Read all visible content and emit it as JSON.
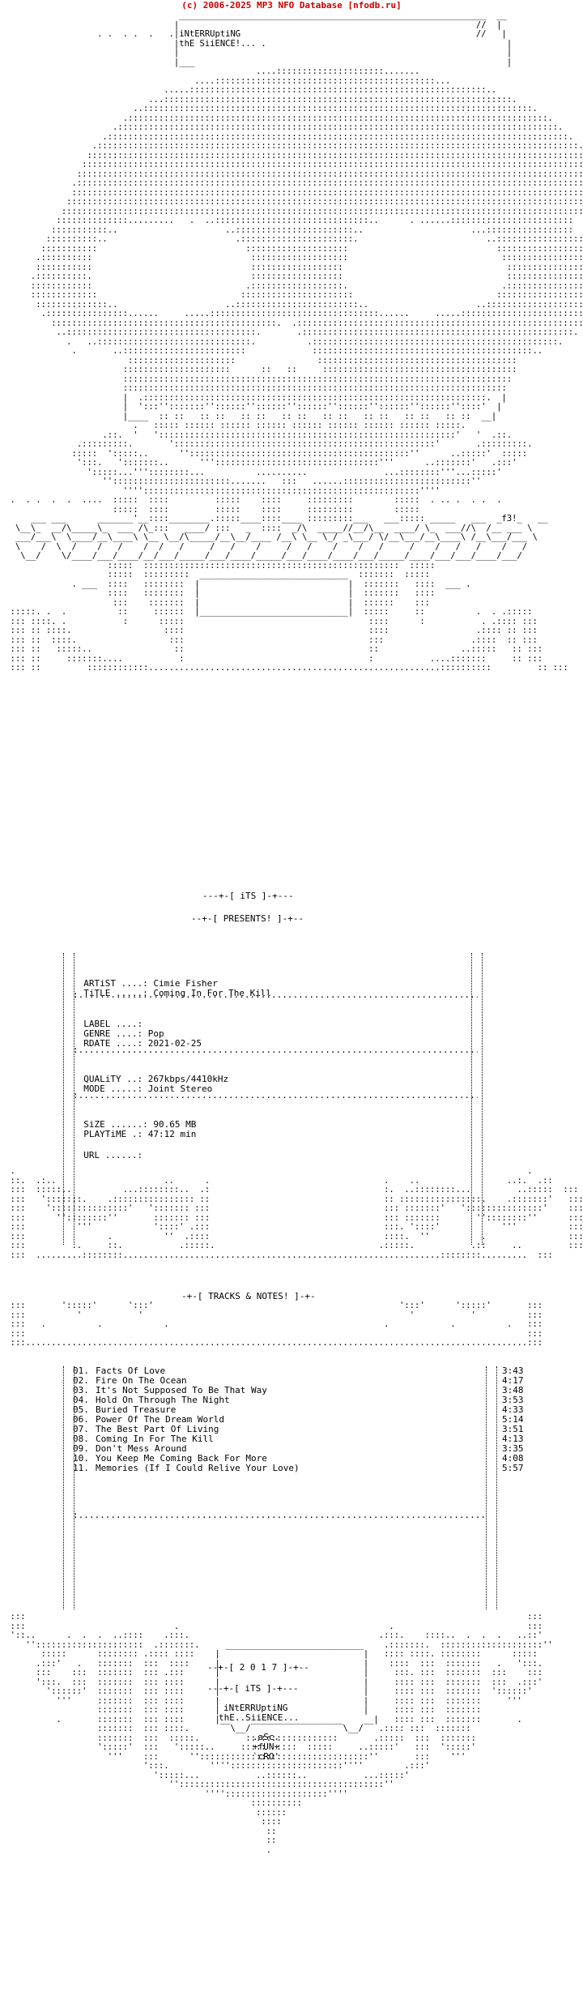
{
  "header": {
    "copyright": "(c) 2006-2025 MP3 NFO Database [nfodb.ru]"
  },
  "group": {
    "line1": "iNtERRUptiNG",
    "line2": "thE SiiENCE!..."
  },
  "presents": "--+-[ PRESENTS! ]-+--",
  "its_tag": "---+-[ iTS ]-+---",
  "release": {
    "artist_key": "ARTiST ....:",
    "artist": "Cimie Fisher",
    "title_key": "TiTLE .....:",
    "title": "Coming In For The Kill",
    "label_key": "LABEL ....:",
    "label": "",
    "genre_key": "GENRE ....:",
    "genre": "Pop",
    "rdate_key": "RDATE ....:",
    "rdate": "2021-02-25",
    "quality_key": "QUALiTY ..:",
    "quality": "267kbps/4410kHz",
    "mode_key": "MODE .....:",
    "mode": "Joint Stereo",
    "size_key": "SiZE ......:",
    "size": "90.65 MB",
    "playtime_key": "PLAYTiME .:",
    "playtime": "47:12 min",
    "url_key": "URL ......:",
    "url": ""
  },
  "tracks_heading": "-+-[ TRACKS & NOTES! ]-+-",
  "tracks": [
    {
      "num": "01.",
      "title": "Facts Of Love",
      "time": "3:43"
    },
    {
      "num": "02.",
      "title": "Fire On The Ocean",
      "time": "4:17"
    },
    {
      "num": "03.",
      "title": "It's Not Supposed To Be That Way",
      "time": "3:48"
    },
    {
      "num": "04.",
      "title": "Hold On Through The Night",
      "time": "3:53"
    },
    {
      "num": "05.",
      "title": "Buried Treasure",
      "time": "4:33"
    },
    {
      "num": "06.",
      "title": "Power Of The Dream World",
      "time": "5:14"
    },
    {
      "num": "07.",
      "title": "The Best Part Of Living",
      "time": "3:51"
    },
    {
      "num": "08.",
      "title": "Coming In For The Kill",
      "time": "4:13"
    },
    {
      "num": "09.",
      "title": "Don't Mess Around",
      "time": "3:35"
    },
    {
      "num": "10.",
      "title": "You Keep Me Coming Back For More",
      "time": "4:08"
    },
    {
      "num": "11.",
      "title": "Memories (If I Could Relive Your Love)",
      "time": "5:57"
    }
  ],
  "footer": {
    "year": "--+-[ 2 0 1 7 ]-+--",
    "its": "---+-[ iTS ]-+---",
    "group1": "iNtERRUptiNG",
    "group2": "thE..SiiENCE...",
    "sig1": ".aSc.",
    "sig2": "+fUN+",
    "sig3": "`cRO'",
    "tag": "f3!"
  },
  "art": {
    "skull_top": "                                   ____________________________________________________________  __\n                                  |                                                          //  |\n                   . .  . .  .   .|iNtERRUptiNG                                              //   |\n                                  |thE SiiENCE!... .                                               |\n                                  |                                                                |\n                                  |___                                                             |\n                                                  ....:::::::::::::::::::::.......\n                                      ....:::::::::::::::::::::::::::::::::::::::::::...\n                                .....::::::::::::::::::::::::::::::::::::::::::::::::::::::::::..\n                             ...::::::::::::::::::::::::::::::::::::::::::::::::::::::::::::::::::::.\n                          ..::::::::::::::::::::::::::::::::::::::::::::::::::::::::::::::::::::::::::::.\n                        .::::::::::::::::::::::::::::::::::::::::::::::::::::::::::::::::::::::::::::::::::.\n                      .::::::::::::::::::::::::::::::::::::::::::::::::::::::::::::::::::::::::::::::::::::::.\n                    .::::::::::::::::::::::::::::::::::::::::::::::::::::::::::::::::::::::::::::::::::::::::::.\n                  .::::::::::::::::::::::::::::::::::::::::::::::::::::::::::::::::::::::::::::::::::::::::::::::.\n                 ::::::::::::::::::::::::::::::::::::::::::::::::::::::::::::::::::::::::::::::::::::::::::::::::::: .\n                ::::::::::::::::::::::::::::::::::::::::::::::::::::::::::::::::::::::::::::::::::::::::::::::::::::  :\n               ::::::::::::::::::::::::::::::::::::::::::::::::::::::::::::::::::::::::::::::::::::::::::::::::::::: ::\n              .:::::::::::::::::::::::::::::::::::::::::::::::::::::::::::::::::::::::::::::::::::::::::::::::::::::::\n              :::::::::::::::::::::::::::::::::::::::::::::::::::::::::::::::::::::::::::::::::::::::::::::::::::::::::\n             ::::::::::::::::::::::::::::::::::::::::::::::::::::::::::::::::::::::::::::::::::::::::::::::::::::::::::\n            :::::::::::::::::::::::::::::::::::::::::::::::::::::::::::::::::::::::::::::::::::::::::::::::::::::::::::::\n           ::::::::::::::.........   .  ..::::::::::::::::::::::::::::::..      . ......::::::::::::::::::::::::\n          :::::::::::..                     ..:::::::::::::::::::::::..                     ...:::::::::::::::::\n         ::::::::::..                         .::::::::::::::::::::::.                         ..:::::::::::::::::\n        :::::::::::                             ::::::::::::::::::::                             :::::::::::::::::::\n       .::::::::::                               :::::::::::::::::::                              :::::::::::::::::::.\n       :::::::::::                               ::::::::::::::::::                                ::::::::::::::::::::\n      .::::::::::.                               ::::::::::::::::::                                ::::::::::::::::::::.\n      ::::::::::::                              .::::::::::::::::::.                              .:::::::::::::::::::::\n      :::::::::::::                            ::::::::::::::::::::::                            ::::::::::::::::::::::::\n       ::::::::::::::..                     ..::::::::::::::::::::::::..                     ..:::::::::::::::::::::::\n        .::::::::::::::::......     .....:::::::::::::::::::::::::::::::::......     .....::::::::::::::::::::::::::\n          ::::::::::::::::::::::::::::::::::::::::::::.  .:::::::::::::::::::::::::::::::::::::::::::::::::::::::::\n           ..:::::::::::::::::::::::::::::::::::::.       .:::::::::::::::::::::::::::::::::::::::::::::::::::::.\n             .   ..::::::::::::::::::::::::::::::.          .::::::::::::::::::::::::::::::::::::::::::::::::.\n              .       ..::::::::::::::::::::::::             :::::::::::::::::::::::::::::::::::::::::::..\n                         :::::::::::::::::::::                :::::::::::::::::::::::::::::::::::::::\n                        :::::::::::::::::::::      ::   ::     ::::::::::::::::::::::::::::::::::::::\n                        ::::::::::::::::::::::::::::::::::::::::::::::::::::::::::::::::::::::::::::\n                        :::::::::::::::::::::::::::::::::::::::::::::::::::::::::::::::::::::::::::\n                        |  .:::::::::::::::::::::::::::::::::::::::::::::::::::::::::::::::::::.  |\n                        |  ':::'':::::::''::::::''::::::''::::::''::::::''::::::''::::::''::::'  |\n                        |____  :: ::   :: ::   :: ::   :: ::   :: ::   :: ::   :: ::   :: ::  __|\n                          .   ::::: :::::: :::::: :::::: :::::: :::::: :::::: :::::: :::::.\n                    .::.  '   '::::::::::::::::::::::::::::::::::::::::::::::::::::::::::'   '  .::.\n               .:::::::::.       ':::::::::::::::::::::::::::::::::::::::::::::::::::'       .:::::::::.\n              :::::  ':::::..      '':::::::::::::::::::::::::::::::::::::::::::''      ..:::::'  :::::\n               ':::.   ':::::::..      '''::::::::::::::::::::::::::::::::'''      ..:::::::'   .:::'\n                 ':::::...'''::::::::...          ..........               ...::::::::'''...:::::'\n                    '':::::::::::::::::::::::.......   :::   ......:::::::::::::::::::::::::''\n                        ''''::::::::::::::::::::::::::::::::::::::::::::::::::::::''''\n  .  . .  .  .  ....  :::::  ::::         :::::    ::::     :::::::::        :::::  . .. .  . .  .\n                      :::::  ::::         :::::    ::::     :::::::::        :::::\n      ___ ___      _______'__::::________.:::::____::::____ :::::::::___   ___::::: _____   ___  _f3!_   __\n   \\__\\_  __/\\_____\\_  ___ /\\_:::   ____/ :::   _  ::::  _/\\  _____//__/\\__  ____/ \\_  ___//\\  /__ ___ \\\n   ___/___\\  \\____/__\\____\\ \\__ \\__/\\_____/__\\__/____ /__\\ \\__ \\_/ _\\___/ \\/__\\___/__\\____\\ /__\\___/___ \\\n   \\    /  \\  /    /   /    /  /   /     /   /    /     /   /    /    /   /     /    /   /   /    /   /\n    \\__/    \\/____/___/____/__/___/_____/___/____/_____/___/____/____/___/_____/____/___/___/____/___/\n                     :::::  ::::::::::::::::::::::::::::::::::::::::::::::::::  :::::\n                     :::::  :::::::::  _____________________________  :::::::  :::::\n              . ___  ::::   ::::::::  |                             |  :::::::   ::::  ___ .\n                     ::::   ::::::::  |                             |  :::::::   ::::\n                      :::    :::::::  |                             |  ::::::    :::\n  :::::. .  .          ::     ::::::  |_____________________________|  :::::     ::          .  . .:::::\n  ::: ::::. .           :      :::::                                    ::::      :           . .:::: :::\n  ::: :: ::::.                  ::::                                    ::::                 .:::: :: :::\n  ::: ::  ::::.                  :::                                    :::                 .::::  :: :::\n  ::: ::   :::::..                ::                                    ::                ..:::::   :: :::\n  ::: ::     :::::::....           :                                    :           ....:::::::     :: :::\n  ::: ::         ::::::::::::.........................................................::::::::::         :: :::"
  }
}
